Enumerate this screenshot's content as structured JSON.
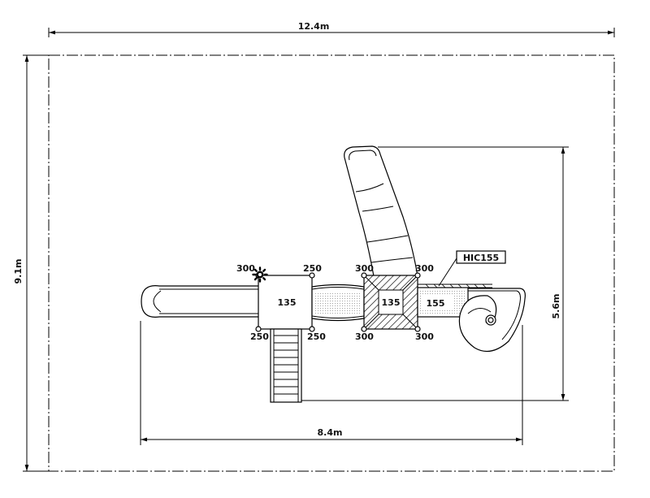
{
  "dimensions": {
    "width": "12.4m",
    "height": "9.1m",
    "span": "8.4m",
    "depth": "5.6m"
  },
  "platforms": [
    {
      "height": "135",
      "corners": [
        "300",
        "250",
        "250",
        "250"
      ]
    },
    {
      "height": "135",
      "corners": [
        "300",
        "300",
        "300",
        "300"
      ]
    },
    {
      "height": "155"
    }
  ],
  "product_code": "HIC155",
  "icons": {
    "sun": "sun-icon"
  }
}
